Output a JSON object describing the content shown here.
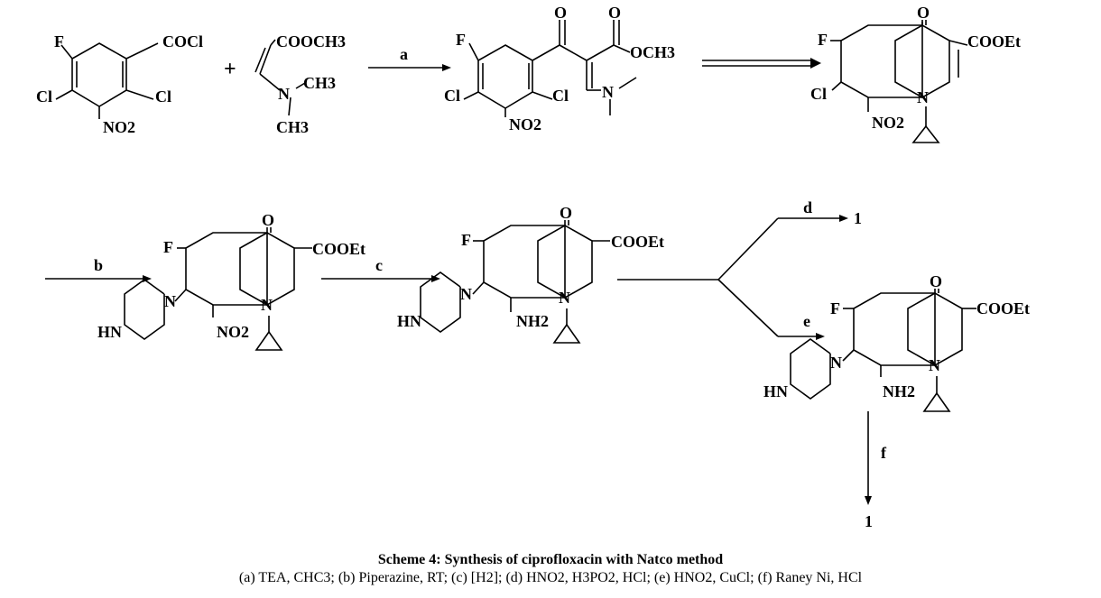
{
  "atoms": {
    "F": "F",
    "Cl": "Cl",
    "O": "O",
    "N": "N",
    "NH2": "NH2",
    "NO2": "NO2",
    "HN": "HN",
    "COCl": "COCl",
    "COOCH3": "COOCH3",
    "OCH3": "OCH3",
    "CH3": "CH3",
    "COOEt": "COOEt"
  },
  "plus": "+",
  "reagents": {
    "a": "a",
    "b": "b",
    "c": "c",
    "d": "d",
    "e": "e",
    "f": "f"
  },
  "product": "1",
  "caption": {
    "title": "Scheme 4: Synthesis of ciprofloxacin with Natco method",
    "conditions": "(a) TEA, CHC3; (b) Piperazine, RT; (c) [H2]; (d) HNO2, H3PO2, HCl; (e) HNO2, CuCl; (f) Raney Ni, HCl"
  }
}
